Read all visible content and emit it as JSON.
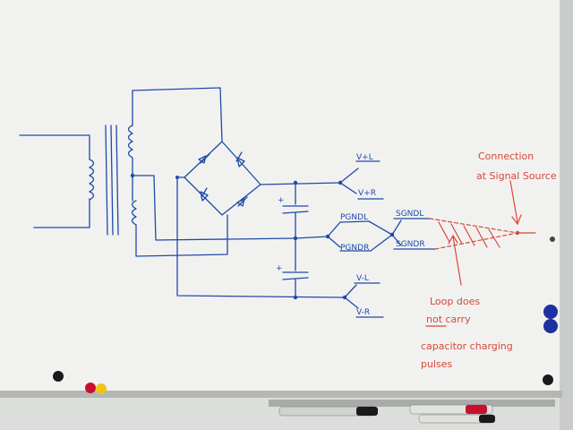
{
  "whiteboard": {
    "labels": {
      "v_plus_l": "V+L",
      "v_plus_r": "V+R",
      "pgndl": "PGNDL",
      "pgndr": "PGNDR",
      "sgndl": "SGNDL",
      "sgndr": "SGNDR",
      "v_minus_l": "V-L",
      "v_minus_r": "V-R",
      "plus_top": "+",
      "plus_bottom": "+"
    },
    "notes": {
      "connection_line1": "Connection",
      "connection_line2": "at Signal Source",
      "loop_line1": "Loop does",
      "loop_line2": "not carry",
      "loop_line3": "capacitor charging",
      "loop_line4": "pulses"
    }
  },
  "colors": {
    "board": "#f2f3f1",
    "wall": "#e6e7e4",
    "ink_blue": "#1f4aa8",
    "ink_red": "#d9463b",
    "tray": "#b9bcb8"
  }
}
